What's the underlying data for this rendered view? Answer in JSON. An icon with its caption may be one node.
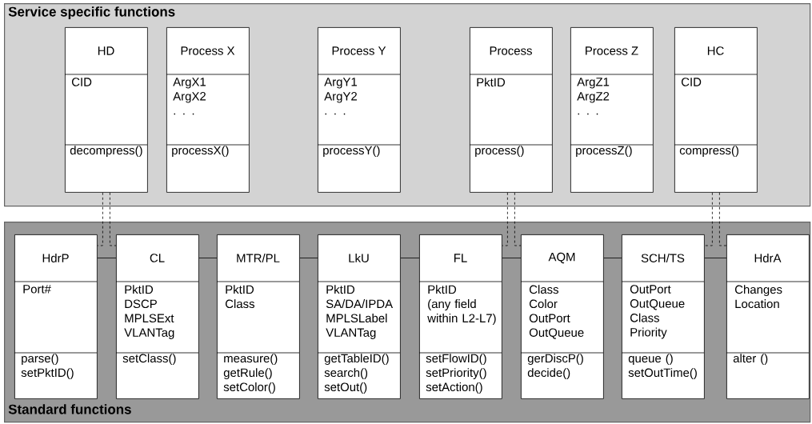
{
  "diagram": {
    "nodes": [
      {
        "text": [
          "Service specific functions"
        ]
      },
      {
        "text": [
          "HD"
        ],
        "in": 0
      },
      {
        "text": [
          "CID"
        ],
        "in": 1
      },
      {
        "text": [
          "decompress()"
        ],
        "in": 1
      },
      {
        "text": [
          "Process X"
        ],
        "in": 0
      },
      {
        "text": [
          "ArgX1",
          "ArgX2",
          ". . ."
        ],
        "in": 4
      },
      {
        "text": [
          "processX()"
        ],
        "in": 4
      },
      {
        "text": [
          "Process Y"
        ],
        "in": 0
      },
      {
        "text": [
          "ArgY1",
          "ArgY2",
          ". . ."
        ],
        "in": 7
      },
      {
        "text": [
          "processY()"
        ],
        "in": 7
      },
      {
        "text": [
          "Process"
        ],
        "in": 0
      },
      {
        "text": [
          "PktID"
        ],
        "in": 10
      },
      {
        "text": [
          "process()"
        ],
        "in": 10
      },
      {
        "text": [
          "Process Z"
        ],
        "in": 0
      },
      {
        "text": [
          "ArgZ1",
          "ArgZ2",
          ". . ."
        ],
        "in": 13
      },
      {
        "text": [
          "processZ()"
        ],
        "in": 13
      },
      {
        "text": [
          "HC"
        ],
        "in": 0
      },
      {
        "text": [
          "CID"
        ],
        "in": 16
      },
      {
        "text": [
          "compress()"
        ],
        "in": 16
      },
      {
        "text": [
          "Standard functions"
        ]
      },
      {
        "text": [
          "HdrP"
        ],
        "in": 19
      },
      {
        "text": [
          "Port#"
        ],
        "in": 20
      },
      {
        "text": [
          "parse()",
          "setPktID()"
        ],
        "in": 20
      },
      {
        "text": [
          "CL"
        ],
        "in": 19
      },
      {
        "text": [
          "PktID",
          "DSCP",
          "MPLSExt",
          "VLANTag"
        ],
        "in": 23
      },
      {
        "text": [
          "setClass()"
        ],
        "in": 23
      },
      {
        "text": [
          "MTR/PL"
        ],
        "in": 19
      },
      {
        "text": [
          "PktID",
          "Class"
        ],
        "in": 26
      },
      {
        "text": [
          "measure()",
          "getRule()",
          "setColor()"
        ],
        "in": 26
      },
      {
        "text": [
          "LkU"
        ],
        "in": 19
      },
      {
        "text": [
          "PktID",
          "SA/DA/IPDA",
          "MPLSLabel",
          "VLANTag"
        ],
        "in": 29
      },
      {
        "text": [
          "getTableID()",
          "search()",
          "setOut()"
        ],
        "in": 29
      },
      {
        "text": [
          "FL"
        ],
        "in": 19
      },
      {
        "text": [
          "PktID",
          "(any field within L2-L7)"
        ],
        "in": 32
      },
      {
        "text": [
          "setFlowID()",
          "setPriority()",
          "setAction()"
        ],
        "in": 32
      },
      {
        "text": [
          "AQM"
        ],
        "in": 19
      },
      {
        "text": [
          "Class",
          "Color",
          "OutPort",
          "OutQueue"
        ],
        "in": 35
      },
      {
        "text": [
          "gerDiscP()",
          "decide()"
        ],
        "in": 35
      },
      {
        "text": [
          "SCH/TS"
        ],
        "in": 19
      },
      {
        "text": [
          "OutPort",
          "OutQueue",
          "Class",
          "Priority"
        ],
        "in": 38
      },
      {
        "text": [
          "queue ()",
          "setOutTime()"
        ],
        "in": 38
      },
      {
        "text": [
          "HdrA"
        ],
        "in": 19
      },
      {
        "text": [
          "Changes",
          "Location"
        ],
        "in": 41
      },
      {
        "text": [
          "alter ()"
        ],
        "in": 41
      }
    ],
    "edges": [
      {
        "from": 20,
        "to": 23,
        "arrow": "none"
      },
      {
        "from": 23,
        "to": 26,
        "arrow": "none"
      },
      {
        "from": 26,
        "to": 29,
        "arrow": "none"
      },
      {
        "from": 29,
        "to": 32,
        "arrow": "none"
      },
      {
        "from": 32,
        "to": 35,
        "arrow": "none"
      },
      {
        "from": 35,
        "to": 38,
        "arrow": "none"
      },
      {
        "from": 38,
        "to": 41,
        "arrow": "none"
      },
      {
        "from": 1,
        "to": 20,
        "arrow": "none",
        "style": "dashed"
      },
      {
        "from": 1,
        "to": 23,
        "arrow": "none",
        "style": "dashed"
      },
      {
        "from": 10,
        "to": 32,
        "arrow": "none",
        "style": "dashed"
      },
      {
        "from": 10,
        "to": 35,
        "arrow": "none",
        "style": "dashed"
      },
      {
        "from": 16,
        "to": 38,
        "arrow": "none",
        "style": "dashed"
      },
      {
        "from": 16,
        "to": 41,
        "arrow": "none",
        "style": "dashed"
      }
    ]
  }
}
